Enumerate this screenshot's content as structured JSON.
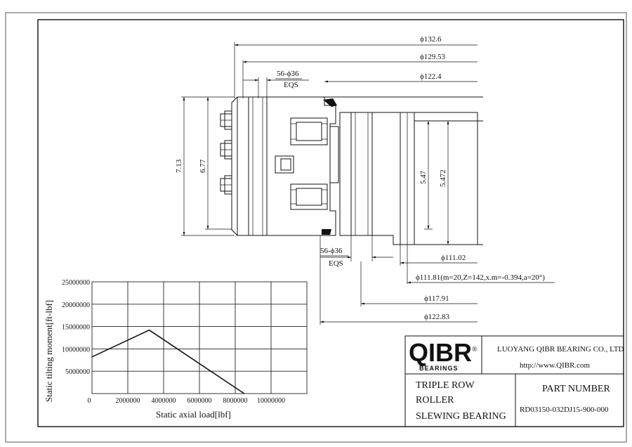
{
  "dimensions": {
    "d1": "ϕ132.6",
    "d2": "ϕ129.53",
    "d3": "ϕ122.4",
    "bolt_top": "56-ϕ36",
    "eqs_top": "EQS",
    "h1": "7.13",
    "h2": "6.77",
    "h3": "5.47",
    "h4": "5.472",
    "bolt_bottom": "56-ϕ36",
    "eqs_bottom": "EQS",
    "d4": "ϕ111.02",
    "d5": "ϕ111.81(m=20,Z=142,x.m=-0.394,a=20°)",
    "d6": "ϕ117.91",
    "d7": "ϕ122.83"
  },
  "title_block": {
    "logo": "QIBR",
    "logo_reg": "®",
    "logo_sub": "BEARINGS",
    "company": "LUOYANG QIBR BEARING CO., LTD",
    "website": "http://www.QIBR.com",
    "desc_line1": "TRIPLE ROW",
    "desc_line2": "ROLLER",
    "desc_line3": "SLEWING BEARING",
    "part_label": "PART  NUMBER",
    "part_number": "RD03150-032DJ15-900-000"
  },
  "chart_data": {
    "type": "line",
    "xlabel": "Static axial load[lbf]",
    "ylabel": "Static tilting moment[ft-lbf]",
    "xlim": [
      0,
      12000000
    ],
    "ylim": [
      0,
      25000000
    ],
    "x_ticks": [
      "0",
      "2000000",
      "4000000",
      "6000000",
      "8000000",
      "10000000"
    ],
    "y_ticks": [
      "5000000",
      "10000000",
      "15000000",
      "20000000",
      "25000000"
    ],
    "grid": true,
    "series": [
      {
        "x": [
          0,
          3200000,
          8500000
        ],
        "y": [
          8200000,
          14200000,
          0
        ]
      }
    ]
  }
}
